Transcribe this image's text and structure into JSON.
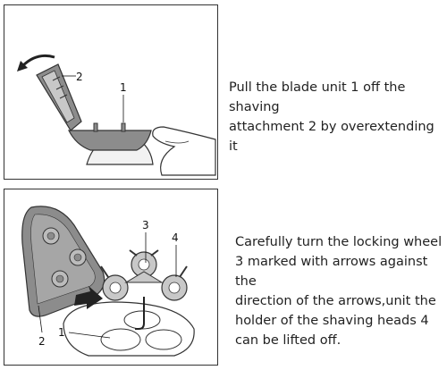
{
  "steps": [
    {
      "callouts": [
        "2",
        "1"
      ],
      "text_lines": [
        "Pull the blade unit 1 off the shaving",
        "attachment 2 by overextending it"
      ]
    },
    {
      "callouts": [
        "3",
        "4",
        "2",
        "1"
      ],
      "text_lines": [
        "Carefully turn the locking wheel",
        "3 marked with arrows against the",
        "direction of the arrows,unit the",
        "holder of the shaving heads 4",
        "can be lifted off."
      ]
    }
  ],
  "colors": {
    "part_gray": "#8c8c8c",
    "part_light": "#c8c8c8",
    "outline": "#333333",
    "arrow": "#222222"
  }
}
